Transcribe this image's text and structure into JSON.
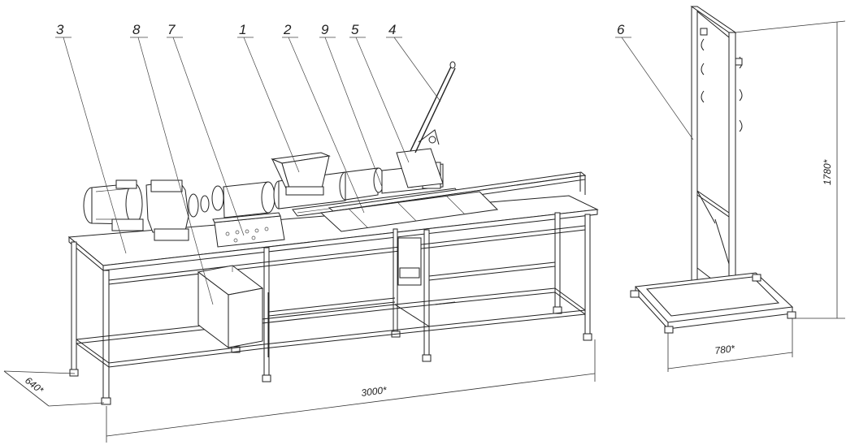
{
  "labels": {
    "l3": "3",
    "l8": "8",
    "l7": "7",
    "l1": "1",
    "l2": "2",
    "l9": "9",
    "l5": "5",
    "l4": "4",
    "l6": "6"
  },
  "dimensions": {
    "length": "3000*",
    "depth": "640*",
    "stand_width": "780*",
    "stand_height": "1780*"
  },
  "colors": {
    "line": "#222222",
    "background": "#ffffff"
  }
}
